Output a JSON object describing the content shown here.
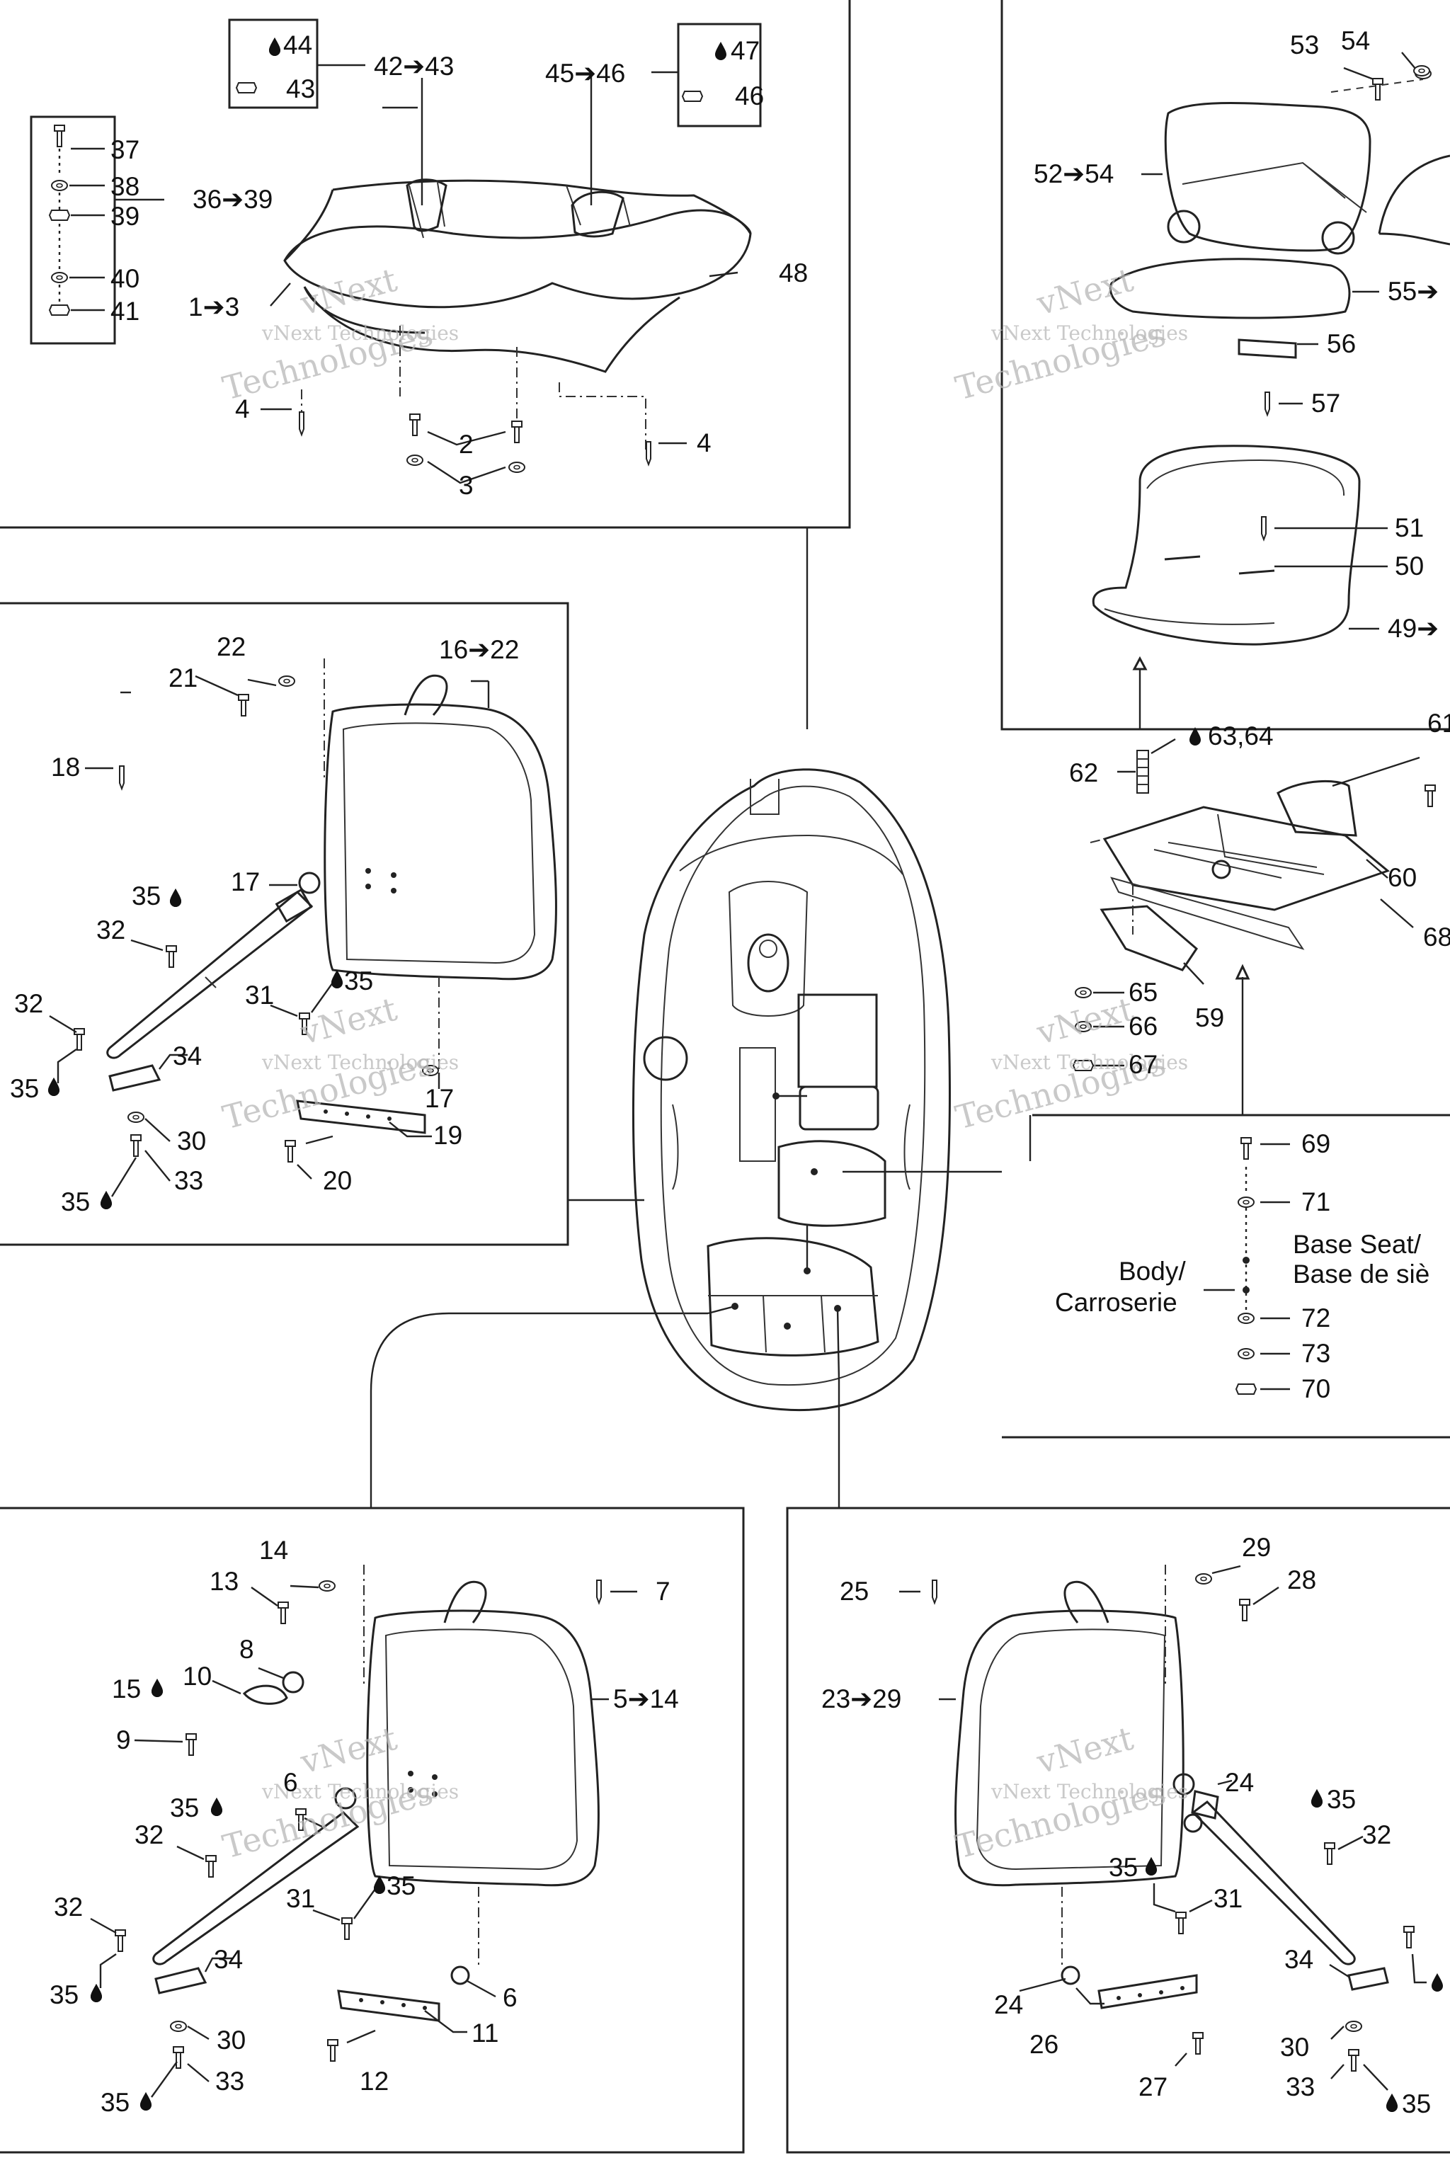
{
  "watermark": {
    "line1": "vNext Technologies",
    "line2": "vNext",
    "line3": "Technologies"
  },
  "text_labels": {
    "body_en": "Body/",
    "body_fr": "Carroserie",
    "base_en": "Base Seat/",
    "base_fr": "Base de siè"
  },
  "callouts": {
    "c44": "44",
    "c43": "43",
    "c4243": "42➔43",
    "c4546": "45➔46",
    "c47": "47",
    "c46": "46",
    "c37": "37",
    "c38": "38",
    "c39": "39",
    "c40": "40",
    "c41": "41",
    "c3639": "36➔39",
    "c48": "48",
    "c13": "1➔3",
    "c4a": "4",
    "c2": "2",
    "c3": "3",
    "c4b": "4",
    "c53": "53",
    "c54": "54",
    "c5254": "52➔54",
    "c55": "55➔",
    "c56": "56",
    "c57": "57",
    "c51": "51",
    "c50": "50",
    "c49": "49➔",
    "c6364": "63,64",
    "c62": "62",
    "c61": "61",
    "c60": "60",
    "c68": "68",
    "c65": "65",
    "c66": "66",
    "c67": "67",
    "c59": "59",
    "c69": "69",
    "c71": "71",
    "c72": "72",
    "c73": "73",
    "c70": "70",
    "c22": "22",
    "c1622": "16➔22",
    "c21": "21",
    "c18": "18",
    "c17a": "17",
    "c35a": "35",
    "c32a": "32",
    "c31a": "31",
    "c35b": "35",
    "c32b": "32",
    "c34a": "34",
    "c35c": "35",
    "c17b": "17",
    "c19": "19",
    "c30a": "30",
    "c20": "20",
    "c33a": "33",
    "c35d": "35",
    "c14": "14",
    "c13b": "13",
    "c7": "7",
    "c8": "8",
    "c10": "10",
    "c15": "15",
    "c514": "5➔14",
    "c9": "9",
    "c6a": "6",
    "c35e": "35",
    "c32c": "32",
    "c31b": "31",
    "c35f": "35",
    "c32d": "32",
    "c34b": "34",
    "c35g": "35",
    "c6b": "6",
    "c11": "11",
    "c30b": "30",
    "c12": "12",
    "c33b": "33",
    "c35h": "35",
    "c29": "29",
    "c25": "25",
    "c28": "28",
    "c2329": "23➔29",
    "c24a": "24",
    "c35i": "35",
    "c32e": "32",
    "c35j": "35",
    "c31c": "31",
    "c34c": "34",
    "c24b": "24",
    "c26": "26",
    "c27": "27",
    "c30c": "30",
    "c33c": "33",
    "c35k": "35"
  }
}
